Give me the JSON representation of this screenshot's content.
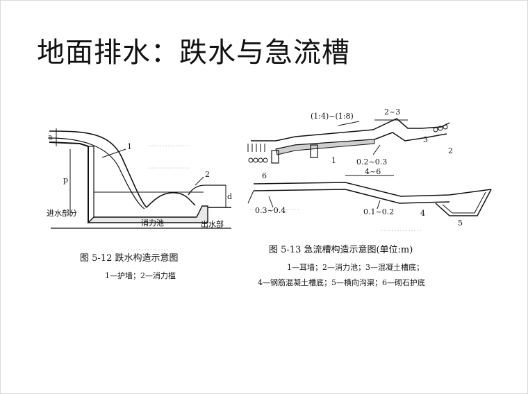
{
  "slide": {
    "title": "地面排水：跌水与急流槽"
  },
  "figure_left": {
    "caption": "图 5-12   跌水构造示意图",
    "legend": "1—护墙；2—消力槛",
    "labels": {
      "a": "a",
      "p": "p",
      "d": "d",
      "one": "1",
      "two": "2",
      "inlet": "进水部分",
      "pool": "消力池",
      "outlet": "出水部"
    }
  },
  "figure_right": {
    "caption": "图 5-13   急流槽构造示意图(单位:m)",
    "legend_line1": "1—耳墙；2—消力池；3—混凝土槽底；",
    "legend_line2": "4—钢筋混凝土槽底；5—横向沟渠；6—砌石护底",
    "labels": {
      "slope": "(1:4)~(1:8)",
      "dim_2_3": "2~3",
      "dim_0203": "0.2~0.3",
      "dim_46": "4~6",
      "dim_0304": "0.3~0.4",
      "dim_0102": "0.1~0.2",
      "n1": "1",
      "n2": "2",
      "n3": "3",
      "n4": "4",
      "n5": "5",
      "n6": "6"
    }
  }
}
